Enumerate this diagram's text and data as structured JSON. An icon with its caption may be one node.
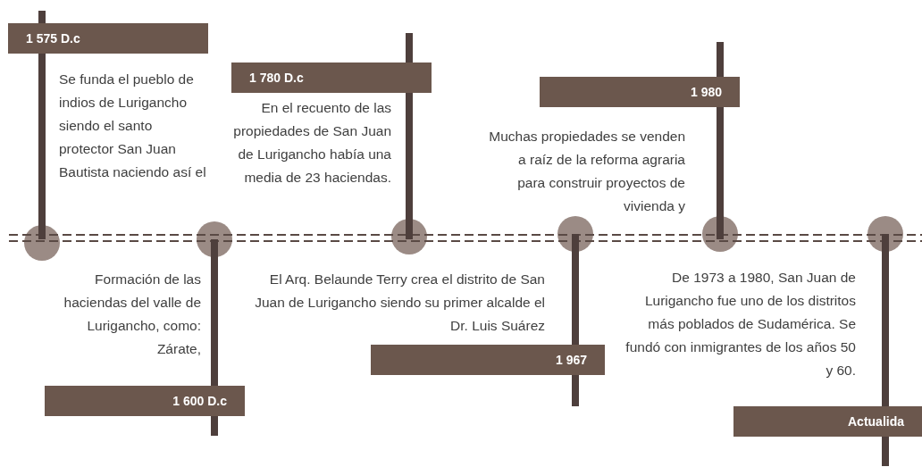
{
  "diagram": {
    "nodes": [
      {
        "text": [
          "1 575 D.c"
        ],
        "beside": [
          "Se funda el pueblo de indios de Lurigancho siendo el santo protector San Juan Bautista naciendo así el"
        ]
      },
      {
        "text": [
          "1 600 D.c"
        ],
        "beside": [
          "Formación de las haciendas del valle de Lurigancho, como: Zárate,"
        ]
      },
      {
        "text": [
          "1 780 D.c"
        ],
        "beside": [
          "En el recuento de las propiedades de San Juan de Lurigancho había una media de 23 haciendas."
        ]
      },
      {
        "text": [
          "1 967"
        ],
        "beside": [
          "El Arq. Belaunde Terry crea el distrito de San Juan de Lurigancho siendo su primer alcalde el Dr. Luis Suárez"
        ]
      },
      {
        "text": [
          "1 980"
        ],
        "beside": [
          "Muchas propiedades se venden a raíz de la reforma agraria para construir proyectos de vivienda y"
        ]
      },
      {
        "text": [
          "Actualida"
        ],
        "beside": [
          "De 1973 a 1980, San Juan de Lurigancho fue uno de los distritos más poblados de Sudamérica. Se fundó con inmigrantes de los años 50 y 60."
        ]
      }
    ]
  }
}
